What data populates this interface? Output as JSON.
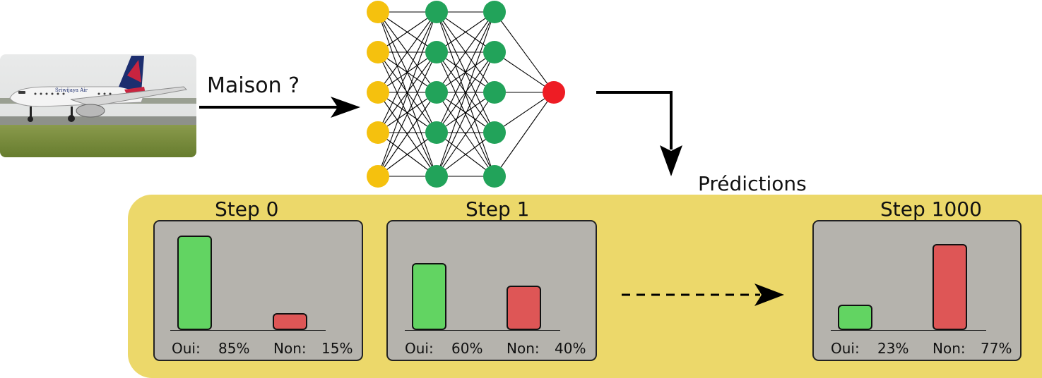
{
  "input": {
    "image": "airplane-photo",
    "airline_logo_text": "Sriwijaya Air",
    "question": "Maison ?"
  },
  "network": {
    "layers": [
      5,
      5,
      5,
      1
    ],
    "colors": {
      "input": "#f5c10e",
      "hidden": "#22a35a",
      "output": "#ee1c24"
    }
  },
  "predictions_label": "Prédictions",
  "steps": [
    {
      "title": "Step 0",
      "oui_label": "Oui:",
      "oui_value": "85%",
      "oui": 0.85,
      "non_label": "Non:",
      "non_value": "15%",
      "non": 0.15
    },
    {
      "title": "Step 1",
      "oui_label": "Oui:",
      "oui_value": "60%",
      "oui": 0.6,
      "non_label": "Non:",
      "non_value": "40%",
      "non": 0.4
    },
    {
      "title": "Step 1000",
      "oui_label": "Oui:",
      "oui_value": "23%",
      "oui": 0.23,
      "non_label": "Non:",
      "non_value": "77%",
      "non": 0.77
    }
  ],
  "colors": {
    "panel": "#ecd86a",
    "box": "#b5b3ad",
    "oui_bar": "#62d462",
    "non_bar": "#de5656"
  }
}
